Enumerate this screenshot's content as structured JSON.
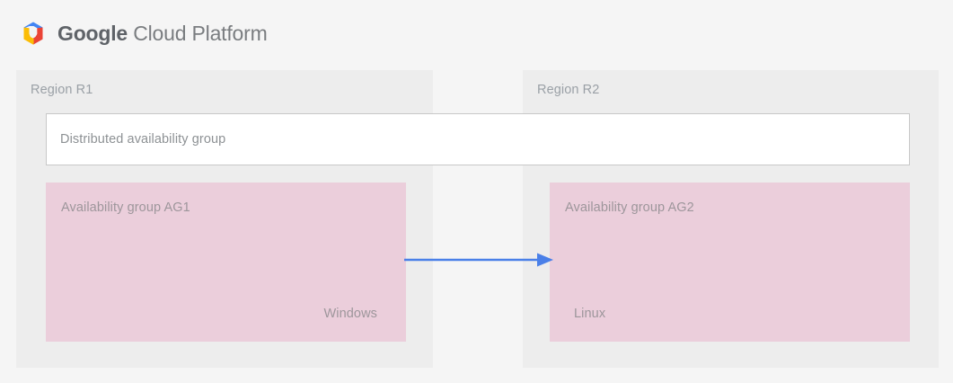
{
  "brand": {
    "logo_icon": "google-cloud-platform-hexagon-logo",
    "word_primary": "Google",
    "word_secondary": "Cloud Platform",
    "colors": {
      "logo_blue": "#4285F4",
      "logo_yellow": "#FBBC05",
      "logo_red": "#EA4335",
      "wordmark_gray": "#5F6368"
    }
  },
  "page": {
    "background": "#F5F5F5",
    "region_panel_background": "#EDEDED",
    "availability_group_background": "#EBCEDB",
    "dag_box_background": "#FFFFFF",
    "dag_box_border": "#C8C8C8",
    "label_text_color": "#9AA0A6",
    "arrow_color": "#4A80E8"
  },
  "regions": [
    {
      "id": "r1",
      "label": "Region R1",
      "availability_group": {
        "title": "Availability group AG1",
        "os": "Windows"
      }
    },
    {
      "id": "r2",
      "label": "Region R2",
      "availability_group": {
        "title": "Availability group AG2",
        "os": "Linux"
      }
    }
  ],
  "distributed_availability_group": {
    "label": "Distributed availability group"
  },
  "replication": {
    "arrow_icon": "right-arrow-icon",
    "direction": "left-to-right",
    "from": "Availability group AG1",
    "to": "Availability group AG2"
  }
}
